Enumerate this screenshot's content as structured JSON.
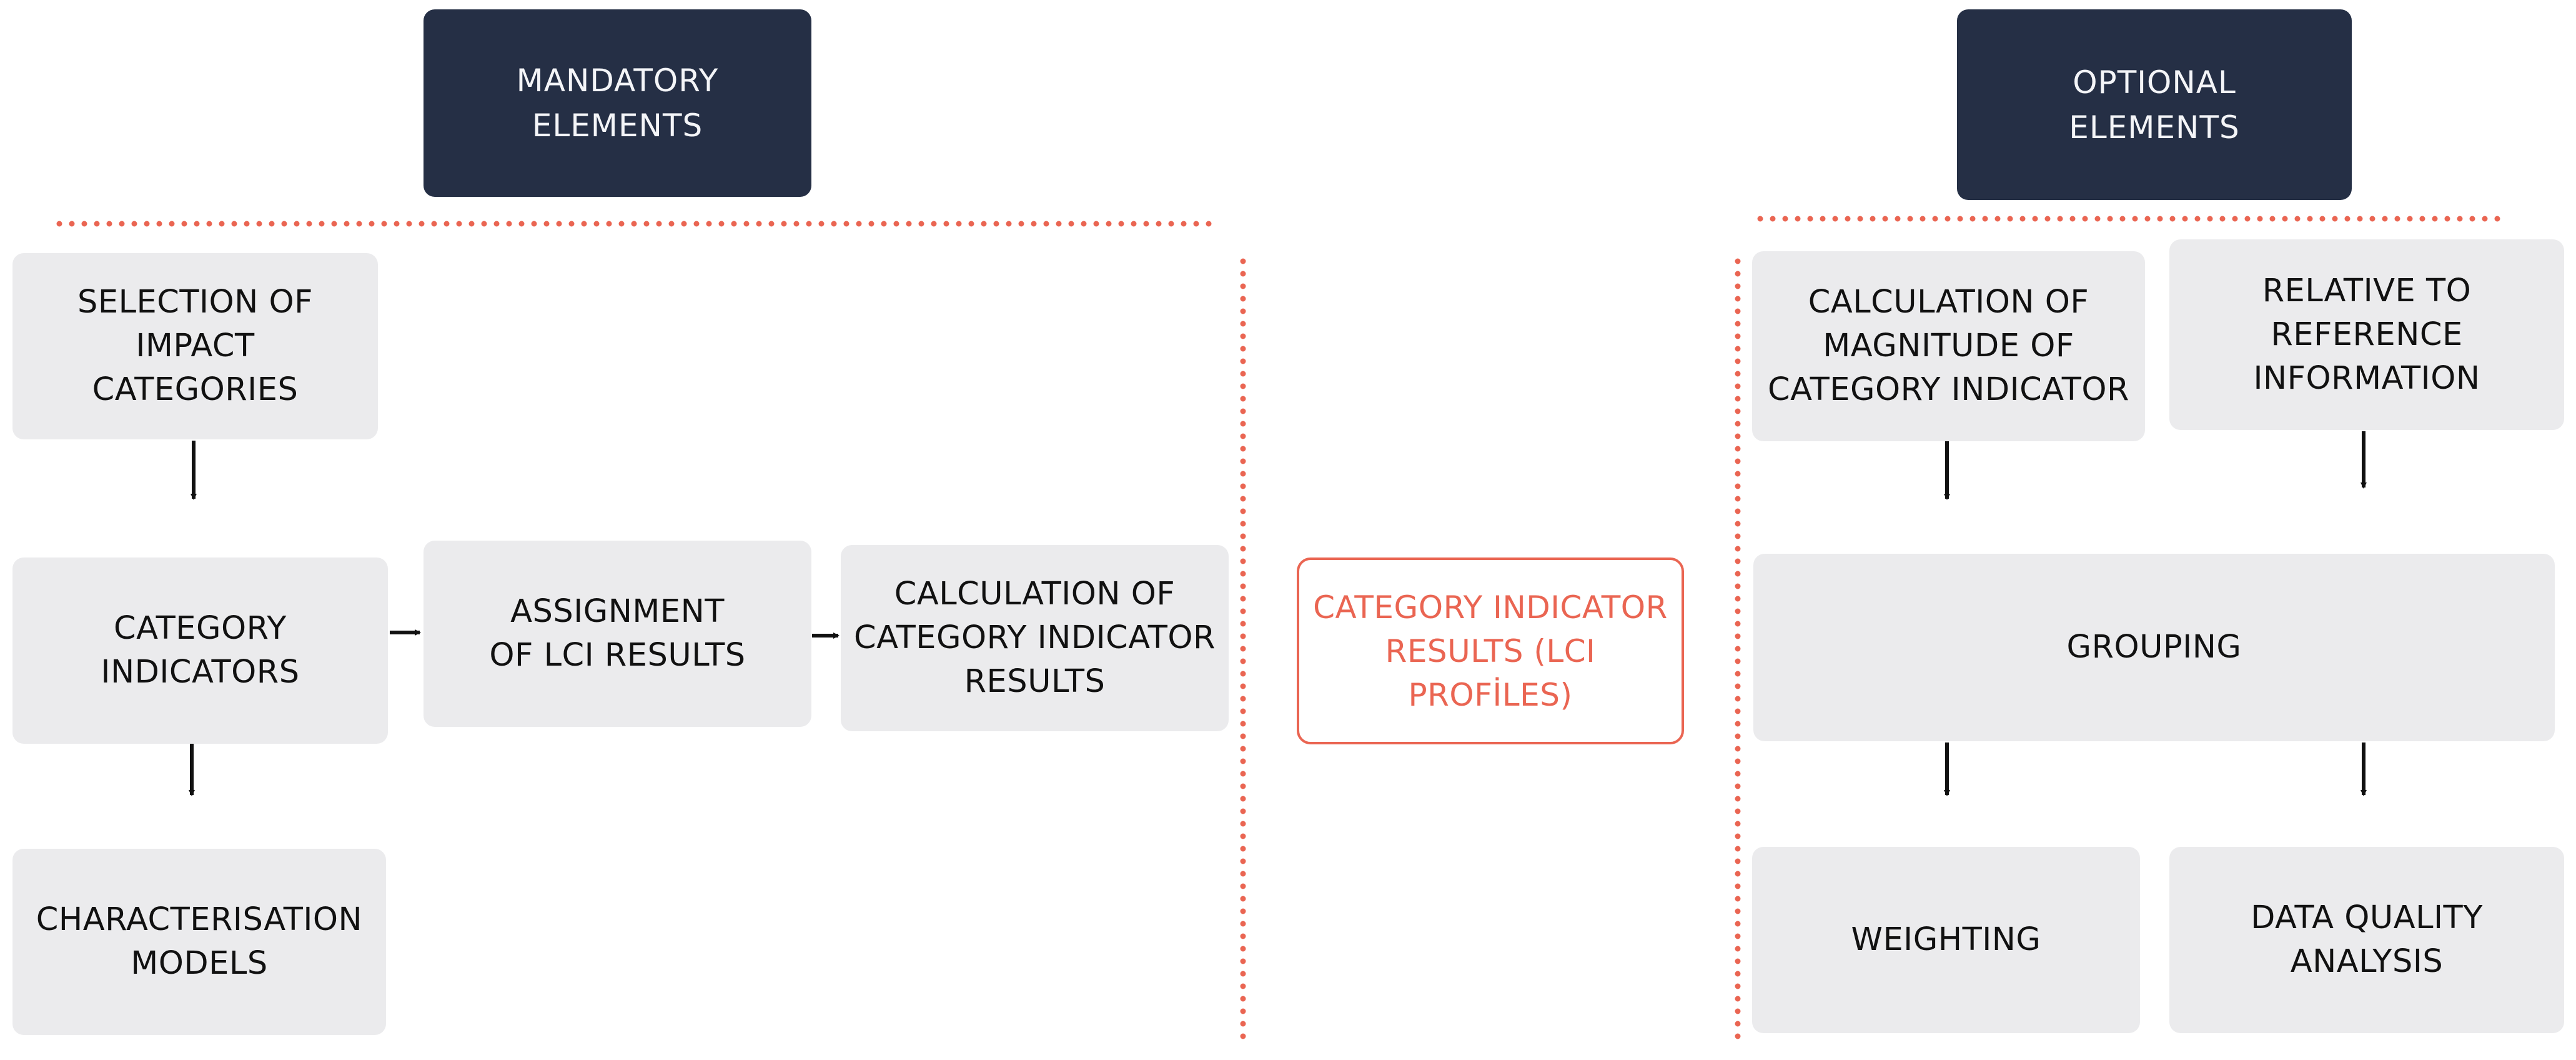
{
  "headers": {
    "mandatory": "MANDATORY\nELEMENTS",
    "optional": "OPTIONAL\nELEMENTS"
  },
  "mandatory": {
    "selection": "SELECTION OF\nIMPACT\nCATEGORIES",
    "category_indicators": "CATEGORY\nINDICATORS",
    "characterisation": "CHARACTERISATION\nMODELS",
    "assignment": "ASSIGNMENT\nOF LCI RESULTS",
    "calculation": "CALCULATION OF\nCATEGORY INDICATOR\nRESULTS"
  },
  "result": "CATEGORY INDICATOR\nRESULTS (LCI\nPROFİLES)",
  "optional": {
    "magnitude": "CALCULATION OF\nMAGNITUDE OF\nCATEGORY INDICATOR",
    "reference": "RELATIVE TO\nREFERENCE\nINFORMATION",
    "grouping": "GROUPING",
    "weighting": "WEIGHTING",
    "data_quality": "DATA QUALITY\nANALYSIS"
  },
  "colors": {
    "header_bg": "#252f45",
    "box_bg": "#ebebed",
    "accent": "#ea6552",
    "arrow": "#111111"
  }
}
